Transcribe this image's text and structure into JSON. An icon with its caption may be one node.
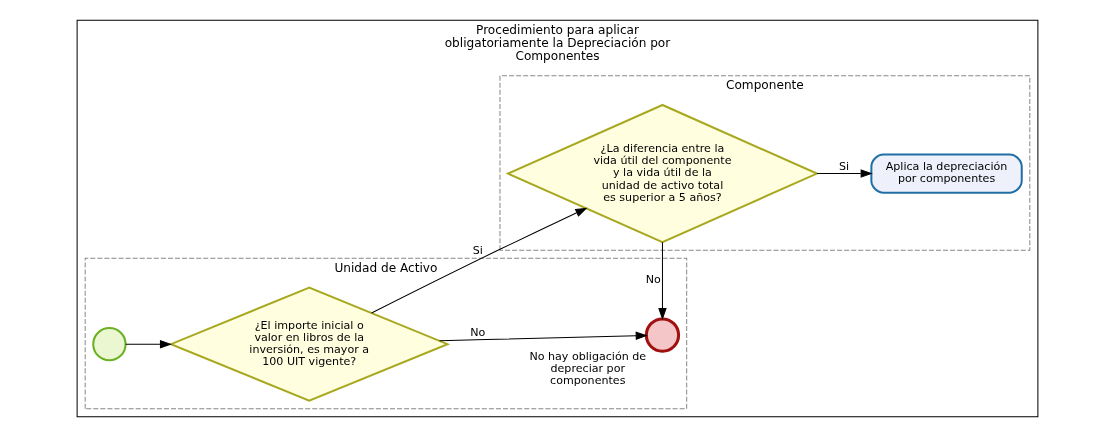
{
  "diagram": {
    "nodes": [
      {
        "text": [
          "Procedimiento para aplicar obligatoriamente la Depreciación por Componentes"
        ]
      },
      {
        "text": [
          "Unidad de Activo"
        ],
        "in": 0
      },
      {
        "text": [
          "No hay obligación de depreciar por componentes"
        ],
        "in": 1
      },
      {
        "text": [],
        "shape": "circle",
        "in": 1
      },
      {
        "text": [
          "¿El importe inicial o valor en libros de la inversión, es mayor a 100 UIT vigente?"
        ],
        "in": 1
      },
      {
        "text": [
          "Componente"
        ],
        "in": 0
      },
      {
        "text": [
          "¿La diferencia entre la vida útil del componente y la vida útil de la unidad de activo total es superior a 5 años?"
        ],
        "in": 5
      },
      {
        "text": [
          "Aplica la depreciación por componentes"
        ],
        "in": 5
      }
    ],
    "edges": [
      {
        "from": 3,
        "to": 4,
        "arrow": "to"
      },
      {
        "from": 4,
        "to": 2,
        "arrow": "to",
        "label": "No"
      },
      {
        "from": 4,
        "to": 6,
        "arrow": "to",
        "label": "Si"
      },
      {
        "from": 6,
        "to": 2,
        "arrow": "to",
        "label": "No"
      },
      {
        "from": 6,
        "to": 7,
        "arrow": "to",
        "label": "Si"
      }
    ]
  }
}
